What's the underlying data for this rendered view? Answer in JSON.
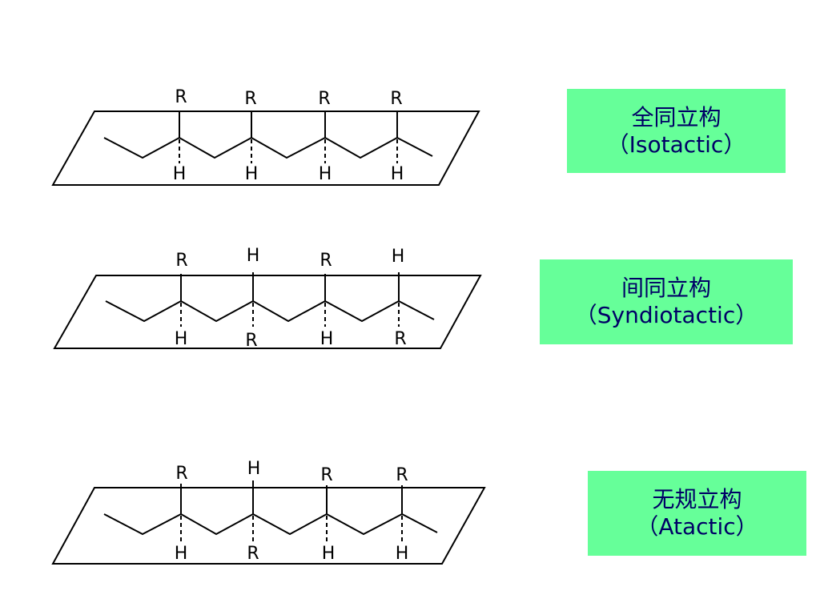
{
  "panels": [
    {
      "label_cn": "全同立构",
      "label_en": "（Isotactic）",
      "up": [
        "R",
        "R",
        "R",
        "R"
      ],
      "down": [
        "H",
        "H",
        "H",
        "H"
      ]
    },
    {
      "label_cn": "间同立构",
      "label_en": "（Syndiotactic）",
      "up": [
        "R",
        "H",
        "R",
        "H"
      ],
      "down": [
        "H",
        "R",
        "H",
        "R"
      ]
    },
    {
      "label_cn": "无规立构",
      "label_en": "（Atactic）",
      "up": [
        "R",
        "H",
        "R",
        "R"
      ],
      "down": [
        "H",
        "R",
        "H",
        "H"
      ]
    }
  ],
  "colors": {
    "label_background": "#66ff99",
    "label_text": "#000066",
    "lines": "#000000"
  }
}
